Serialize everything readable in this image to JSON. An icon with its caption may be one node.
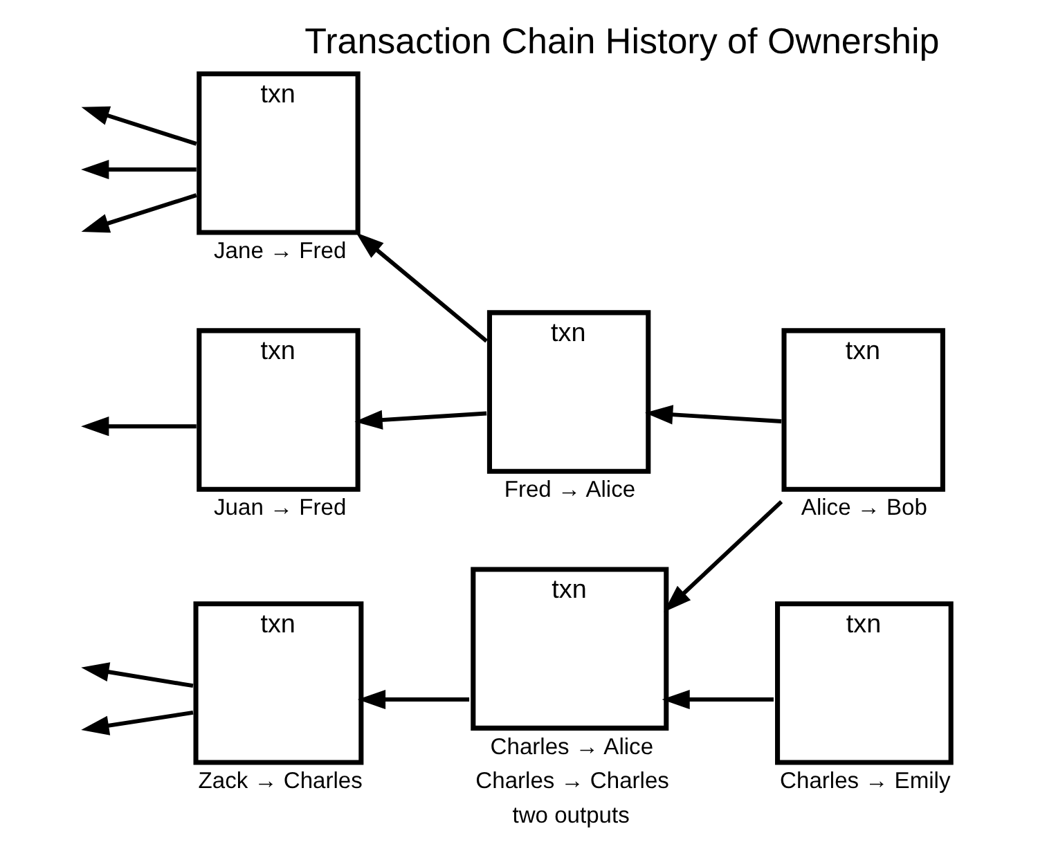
{
  "diagram": {
    "title": "Transaction Chain History of Ownership",
    "nodes": [
      {
        "text": [
          "txn"
        ],
        "beside": [
          "Jane → Fred"
        ]
      },
      {
        "text": [
          "txn"
        ],
        "beside": [
          "Juan → Fred"
        ]
      },
      {
        "text": [
          "txn"
        ],
        "beside": [
          "Fred → Alice"
        ]
      },
      {
        "text": [
          "txn"
        ],
        "beside": [
          "Alice → Bob"
        ]
      },
      {
        "text": [
          "txn"
        ],
        "beside": [
          "Charles → Alice",
          "Charles → Charles",
          "two outputs"
        ]
      },
      {
        "text": [
          "txn"
        ],
        "beside": [
          "Zack → Charles"
        ]
      },
      {
        "text": [
          "txn"
        ],
        "beside": [
          "Charles → Emily"
        ]
      }
    ],
    "edges": [
      {
        "from": 3,
        "to": 2,
        "arrow": "to"
      },
      {
        "from": 3,
        "to": 4,
        "arrow": "to"
      },
      {
        "from": 6,
        "to": 4,
        "arrow": "to"
      },
      {
        "from": 2,
        "to": 0,
        "arrow": "to"
      },
      {
        "from": 2,
        "to": 1,
        "arrow": "to"
      },
      {
        "from": 4,
        "to": 5,
        "arrow": "to"
      },
      {
        "from": 0,
        "to": null,
        "arrow": "to"
      },
      {
        "from": 0,
        "to": null,
        "arrow": "to"
      },
      {
        "from": 0,
        "to": null,
        "arrow": "to"
      },
      {
        "from": 1,
        "to": null,
        "arrow": "to"
      },
      {
        "from": 5,
        "to": null,
        "arrow": "to"
      },
      {
        "from": 5,
        "to": null,
        "arrow": "to"
      }
    ]
  }
}
